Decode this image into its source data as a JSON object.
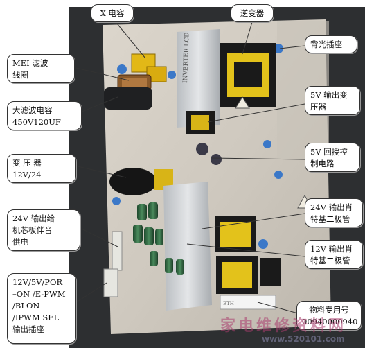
{
  "callouts": {
    "x_cap": "X 电容",
    "inverter": "逆变器",
    "backlight_socket": "背光插座",
    "emi_filter": "MEI 滤波\n线圈",
    "filter_cap": "大滤波电容\n450V120UF",
    "transformer_5v": "5V 输出变\n压器",
    "feedback_5v": "5V 回授控\n制电路",
    "transformer_main": "变  压  器\n12V/24",
    "diode_24v": "24V 输出肖\n特基二极管",
    "output_24v": "24V 输出给\n机芯板伴音\n供电",
    "diode_12v": "12V 输出肖\n特基二极管",
    "output_socket": "12V/5V/POR\n–ON /E-PWM\n/BLON\n/IPWM  SEL\n输出插座",
    "part_number": "物料专用号\n00940000940"
  },
  "board_print": {
    "text1": "INVERTER  LCD",
    "text2": "ETH"
  },
  "watermark": {
    "site": "家电维修资料网",
    "url": "www.520101.com"
  }
}
